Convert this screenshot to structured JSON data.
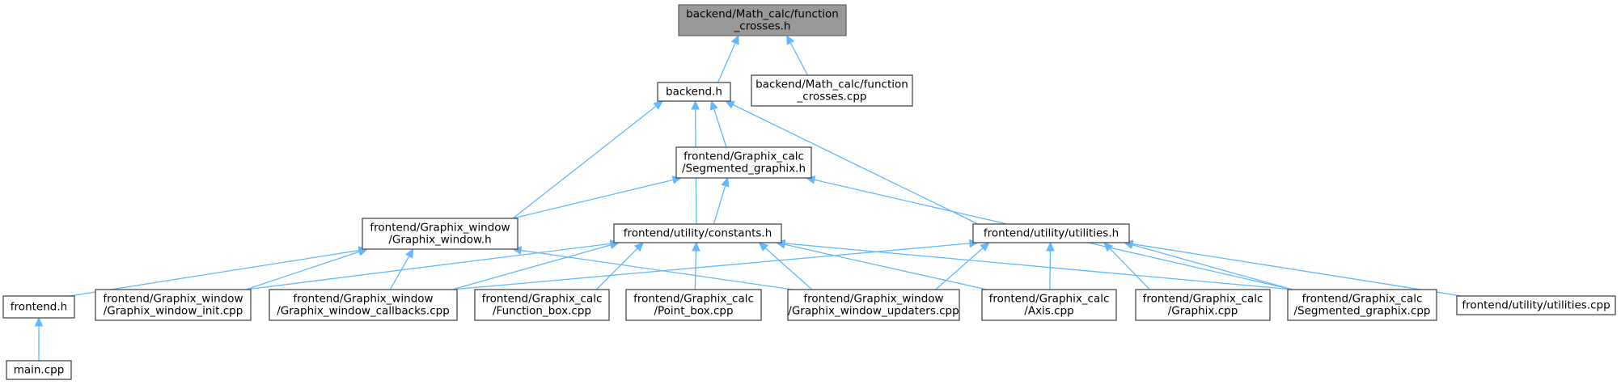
{
  "graph": {
    "colors": {
      "edge": "#63b8ff",
      "node_border": "#4a4a4a",
      "root_fill": "#999999"
    },
    "nodes": [
      {
        "id": "function_crosses_h",
        "lines": [
          "backend/Math_calc/function",
          "_crosses.h"
        ],
        "root": true
      },
      {
        "id": "backend_h",
        "lines": [
          "backend.h"
        ]
      },
      {
        "id": "function_crosses_cpp",
        "lines": [
          "backend/Math_calc/function",
          "_crosses.cpp"
        ]
      },
      {
        "id": "segmented_graphix_h",
        "lines": [
          "frontend/Graphix_calc",
          "/Segmented_graphix.h"
        ]
      },
      {
        "id": "graphix_window_h",
        "lines": [
          "frontend/Graphix_window",
          "/Graphix_window.h"
        ]
      },
      {
        "id": "constants_h",
        "lines": [
          "frontend/utility/constants.h"
        ]
      },
      {
        "id": "utilities_h",
        "lines": [
          "frontend/utility/utilities.h"
        ]
      },
      {
        "id": "frontend_h",
        "lines": [
          "frontend.h"
        ]
      },
      {
        "id": "graphix_window_init_cpp",
        "lines": [
          "frontend/Graphix_window",
          "/Graphix_window_init.cpp"
        ]
      },
      {
        "id": "graphix_window_callbacks_cpp",
        "lines": [
          "frontend/Graphix_window",
          "/Graphix_window_callbacks.cpp"
        ]
      },
      {
        "id": "function_box_cpp",
        "lines": [
          "frontend/Graphix_calc",
          "/Function_box.cpp"
        ]
      },
      {
        "id": "point_box_cpp",
        "lines": [
          "frontend/Graphix_calc",
          "/Point_box.cpp"
        ]
      },
      {
        "id": "graphix_window_updaters_cpp",
        "lines": [
          "frontend/Graphix_window",
          "/Graphix_window_updaters.cpp"
        ]
      },
      {
        "id": "axis_cpp",
        "lines": [
          "frontend/Graphix_calc",
          "/Axis.cpp"
        ]
      },
      {
        "id": "graphix_cpp",
        "lines": [
          "frontend/Graphix_calc",
          "/Graphix.cpp"
        ]
      },
      {
        "id": "segmented_graphix_cpp",
        "lines": [
          "frontend/Graphix_calc",
          "/Segmented_graphix.cpp"
        ]
      },
      {
        "id": "utilities_cpp",
        "lines": [
          "frontend/utility/utilities.cpp"
        ]
      },
      {
        "id": "main_cpp",
        "lines": [
          "main.cpp"
        ]
      }
    ],
    "edges": [
      [
        "backend_h",
        "function_crosses_h"
      ],
      [
        "function_crosses_cpp",
        "function_crosses_h"
      ],
      [
        "segmented_graphix_h",
        "backend_h"
      ],
      [
        "graphix_window_h",
        "backend_h"
      ],
      [
        "constants_h",
        "backend_h"
      ],
      [
        "utilities_h",
        "backend_h"
      ],
      [
        "graphix_window_h",
        "segmented_graphix_h"
      ],
      [
        "constants_h",
        "segmented_graphix_h"
      ],
      [
        "segmented_graphix_cpp",
        "segmented_graphix_h"
      ],
      [
        "frontend_h",
        "graphix_window_h"
      ],
      [
        "graphix_window_init_cpp",
        "graphix_window_h"
      ],
      [
        "graphix_window_callbacks_cpp",
        "graphix_window_h"
      ],
      [
        "graphix_window_updaters_cpp",
        "graphix_window_h"
      ],
      [
        "graphix_window_init_cpp",
        "constants_h"
      ],
      [
        "graphix_window_callbacks_cpp",
        "constants_h"
      ],
      [
        "function_box_cpp",
        "constants_h"
      ],
      [
        "point_box_cpp",
        "constants_h"
      ],
      [
        "graphix_window_updaters_cpp",
        "constants_h"
      ],
      [
        "axis_cpp",
        "constants_h"
      ],
      [
        "segmented_graphix_cpp",
        "constants_h"
      ],
      [
        "graphix_window_callbacks_cpp",
        "utilities_h"
      ],
      [
        "graphix_window_updaters_cpp",
        "utilities_h"
      ],
      [
        "axis_cpp",
        "utilities_h"
      ],
      [
        "graphix_cpp",
        "utilities_h"
      ],
      [
        "segmented_graphix_cpp",
        "utilities_h"
      ],
      [
        "utilities_cpp",
        "utilities_h"
      ],
      [
        "main_cpp",
        "frontend_h"
      ]
    ]
  }
}
